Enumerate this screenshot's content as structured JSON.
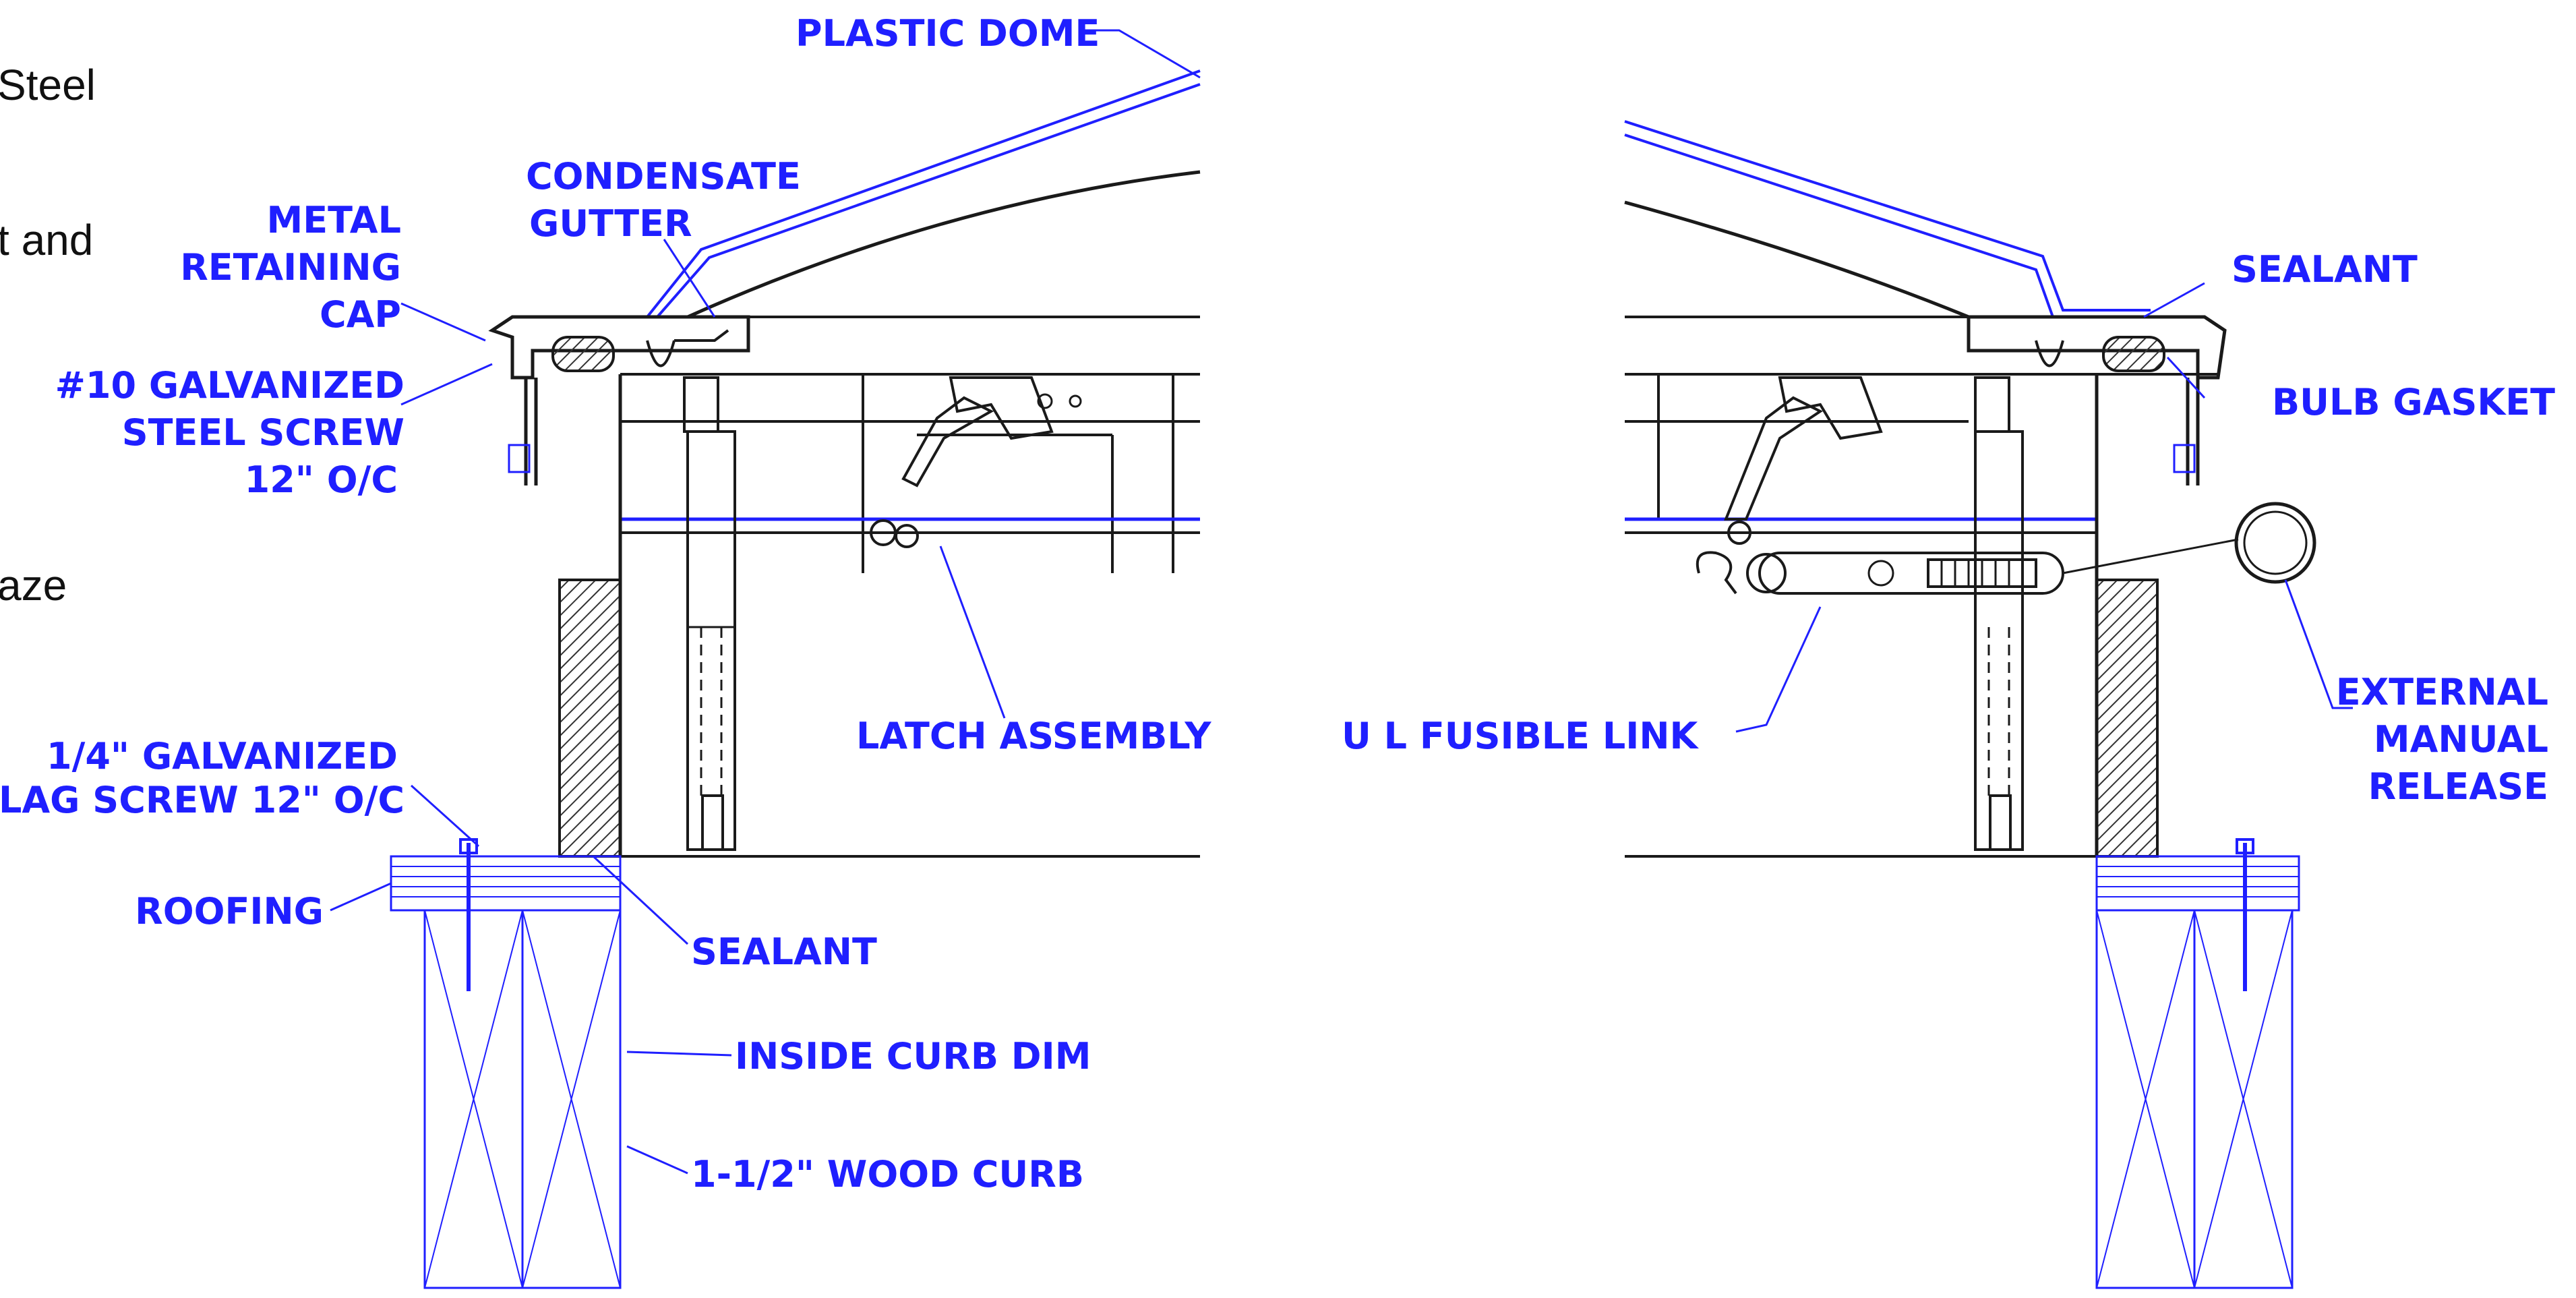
{
  "colors": {
    "drawing_line": "#1a1a1a",
    "annotation_blue": "#1f1fff",
    "hatch": "#333333",
    "background": "#ffffff"
  },
  "side_text": {
    "line1": "Steel",
    "line2": "t and",
    "line3": "aze"
  },
  "labels": {
    "plastic_dome": "PLASTIC DOME",
    "condensate_1": "CONDENSATE",
    "condensate_2": "GUTTER",
    "metal_1": "METAL",
    "metal_2": "RETAINING",
    "metal_3": "CAP",
    "screw_1": "#10 GALVANIZED",
    "screw_2": "STEEL SCREW",
    "screw_3": "12\" O/C",
    "latch_assembly": "LATCH ASSEMBLY",
    "fusible_link": "U L FUSIBLE LINK",
    "sealant_right": "SEALANT",
    "bulb_gasket": "BULB GASKET",
    "external_1": "EXTERNAL",
    "external_2": "MANUAL",
    "external_3": "RELEASE",
    "lag_1": "1/4\" GALVANIZED",
    "lag_2": "LAG SCREW 12\" O/C",
    "roofing": "ROOFING",
    "sealant_left": "SEALANT",
    "inside_curb": "INSIDE CURB DIM",
    "wood_curb": "1-1/2\" WOOD CURB"
  }
}
